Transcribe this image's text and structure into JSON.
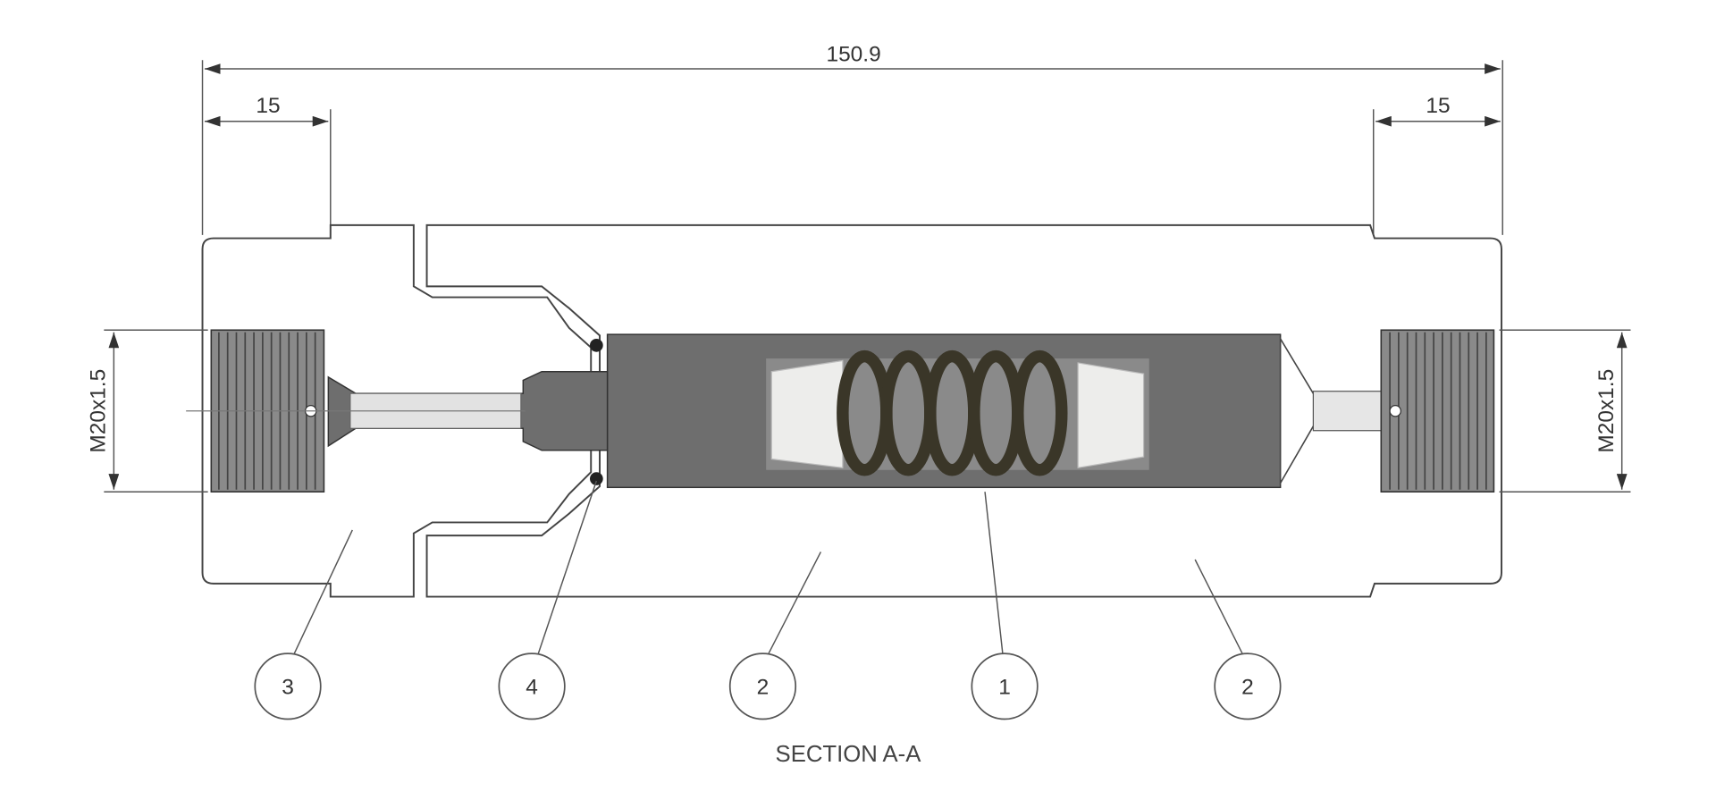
{
  "drawing": {
    "title": "SECTION A-A",
    "dimensions": {
      "overall_length": "150.9",
      "left_port_depth": "15",
      "right_port_depth": "15",
      "left_thread": "M20x1.5",
      "right_thread": "M20x1.5"
    },
    "balloons": [
      {
        "id": "3"
      },
      {
        "id": "4"
      },
      {
        "id": "2"
      },
      {
        "id": "1"
      },
      {
        "id": "2"
      }
    ],
    "colors": {
      "cavity": "#6e6e6e",
      "spring": "#3a3628",
      "insert": "#ededeb",
      "line": "#444444"
    }
  }
}
